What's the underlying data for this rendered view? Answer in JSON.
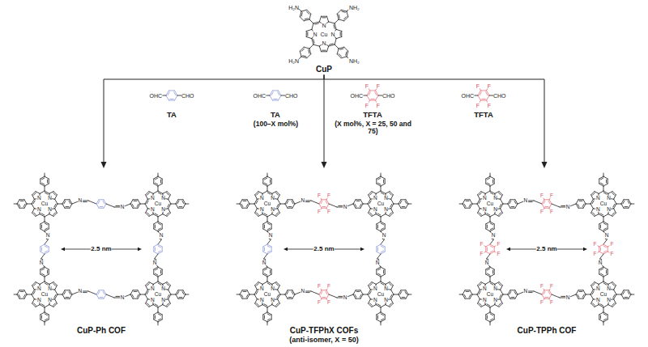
{
  "diagram": {
    "nodes": [
      {
        "text": [
          "CuP"
        ]
      },
      {
        "text": [
          "CuP-Ph COF"
        ]
      },
      {
        "text": [
          "CuP-TFPhX COFs",
          "(anti-isomer, X = 50)"
        ]
      },
      {
        "text": [
          "CuP-TPPh COF"
        ]
      }
    ],
    "edges": [
      {
        "from": 0,
        "to": 1,
        "arrow": "to"
      },
      {
        "from": 0,
        "to": 2,
        "arrow": "to"
      },
      {
        "from": 0,
        "to": 3,
        "arrow": "to"
      }
    ],
    "labels": [
      "Cu",
      "N",
      "N",
      "N",
      "N",
      "H₂N",
      "NH₂",
      "H₂N",
      "NH₂",
      "OHC",
      "CHO",
      "TA",
      "OHC",
      "CHO",
      "TA",
      "(100–X mol%)",
      "OHC",
      "CHO",
      "F",
      "F",
      "F",
      "F",
      "TFTA",
      "(X mol%, X = 25, 50 and 75)",
      "OHC",
      "CHO",
      "F",
      "F",
      "F",
      "F",
      "TFTA",
      "Cu",
      "N",
      "N",
      "N",
      "N",
      "Cu",
      "N",
      "N",
      "N",
      "N",
      "Cu",
      "N",
      "N",
      "N",
      "N",
      "Cu",
      "N",
      "N",
      "N",
      "N",
      "N",
      "N",
      "N",
      "N",
      "N",
      "N",
      "N",
      "N",
      "2.5 nm",
      "Cu",
      "N",
      "N",
      "N",
      "N",
      "Cu",
      "N",
      "N",
      "N",
      "N",
      "Cu",
      "N",
      "N",
      "N",
      "N",
      "Cu",
      "N",
      "N",
      "N",
      "N",
      "N",
      "N",
      "F",
      "F",
      "F",
      "F",
      "N",
      "N",
      "F",
      "F",
      "F",
      "F",
      "N",
      "N",
      "N",
      "N",
      "2.5 nm",
      "Cu",
      "N",
      "N",
      "N",
      "N",
      "Cu",
      "N",
      "N",
      "N",
      "N",
      "Cu",
      "N",
      "N",
      "N",
      "N",
      "Cu",
      "N",
      "N",
      "N",
      "N",
      "N",
      "N",
      "F",
      "F",
      "F",
      "F",
      "N",
      "N",
      "F",
      "F",
      "F",
      "F",
      "N",
      "N",
      "F",
      "F",
      "F",
      "F",
      "N",
      "N",
      "F",
      "F",
      "F",
      "F",
      "2.5 nm"
    ]
  }
}
